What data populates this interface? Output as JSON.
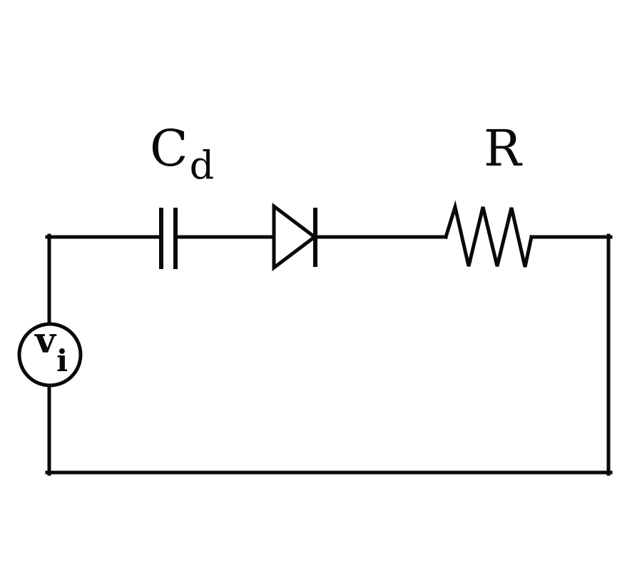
{
  "page": {
    "background_color": "#ffffff",
    "ink_color": "#0a0a0a"
  },
  "diagram": {
    "kind": "circuit-schematic",
    "topology": "single series loop",
    "components": [
      {
        "name": "voltage-source",
        "symbol": "circle",
        "label": "vi",
        "position": "left side of loop"
      },
      {
        "name": "capacitor",
        "symbol": "parallel-plates",
        "label": "Cd",
        "position": "top wire, left"
      },
      {
        "name": "diode",
        "symbol": "triangle-with-cathode-bar",
        "label": "",
        "direction": "pointing right",
        "position": "top wire, middle"
      },
      {
        "name": "resistor",
        "symbol": "zigzag",
        "label": "R",
        "zigzag_peaks": 3,
        "position": "top wire, right"
      }
    ]
  },
  "labels": {
    "capacitor": {
      "main": "C",
      "sub": "d"
    },
    "resistor": {
      "main": "R"
    },
    "source": {
      "main": "v",
      "sub": "i"
    }
  }
}
